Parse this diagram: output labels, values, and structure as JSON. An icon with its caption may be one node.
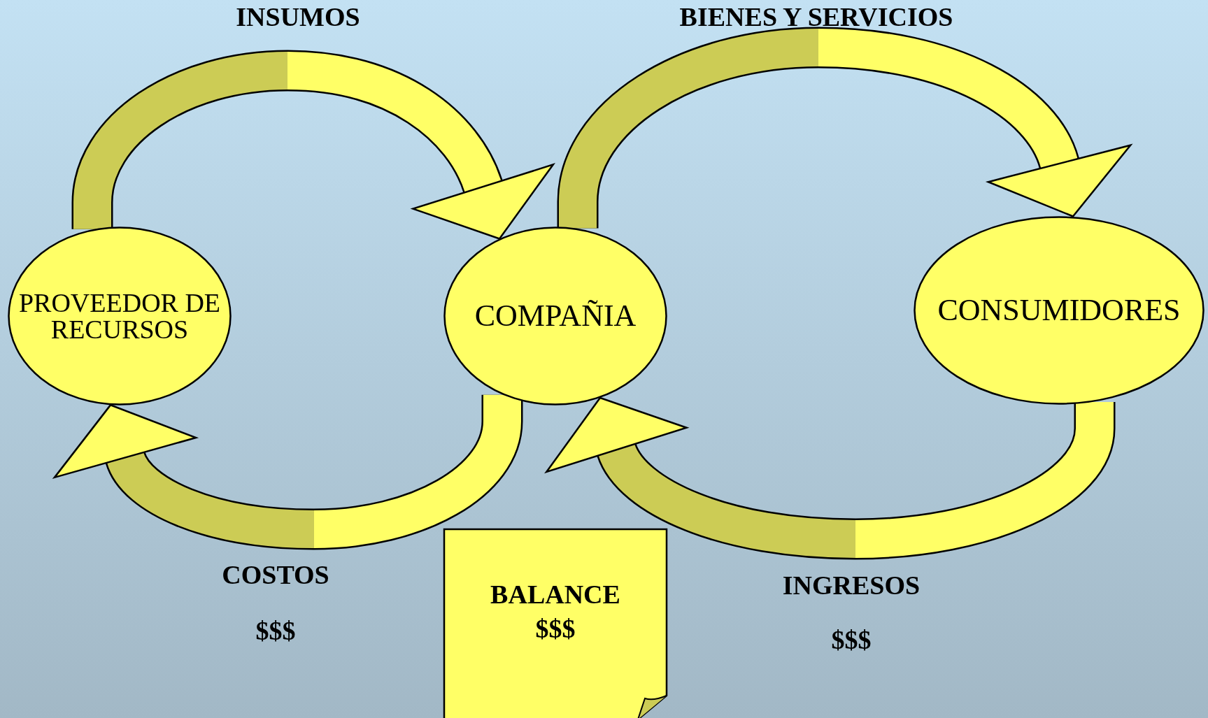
{
  "diagram": {
    "nodes": [
      {
        "text": [
          "PROVEEDOR DE RECURSOS"
        ]
      },
      {
        "text": [
          "COMPAÑIA"
        ]
      },
      {
        "text": [
          "CONSUMIDORES"
        ]
      },
      {
        "text": [
          "BALANCE $$$"
        ]
      }
    ],
    "edges": [
      {
        "from": 0,
        "to": 1,
        "arrow": "to"
      },
      {
        "from": 1,
        "to": 2,
        "arrow": "to"
      },
      {
        "from": 1,
        "to": 0,
        "arrow": "to"
      },
      {
        "from": 2,
        "to": 1,
        "arrow": "to"
      }
    ],
    "labels": [
      "INSUMOS",
      "BIENES Y SERVICIOS",
      "COSTOS",
      "$$$",
      "INGRESOS",
      "$$$"
    ]
  }
}
